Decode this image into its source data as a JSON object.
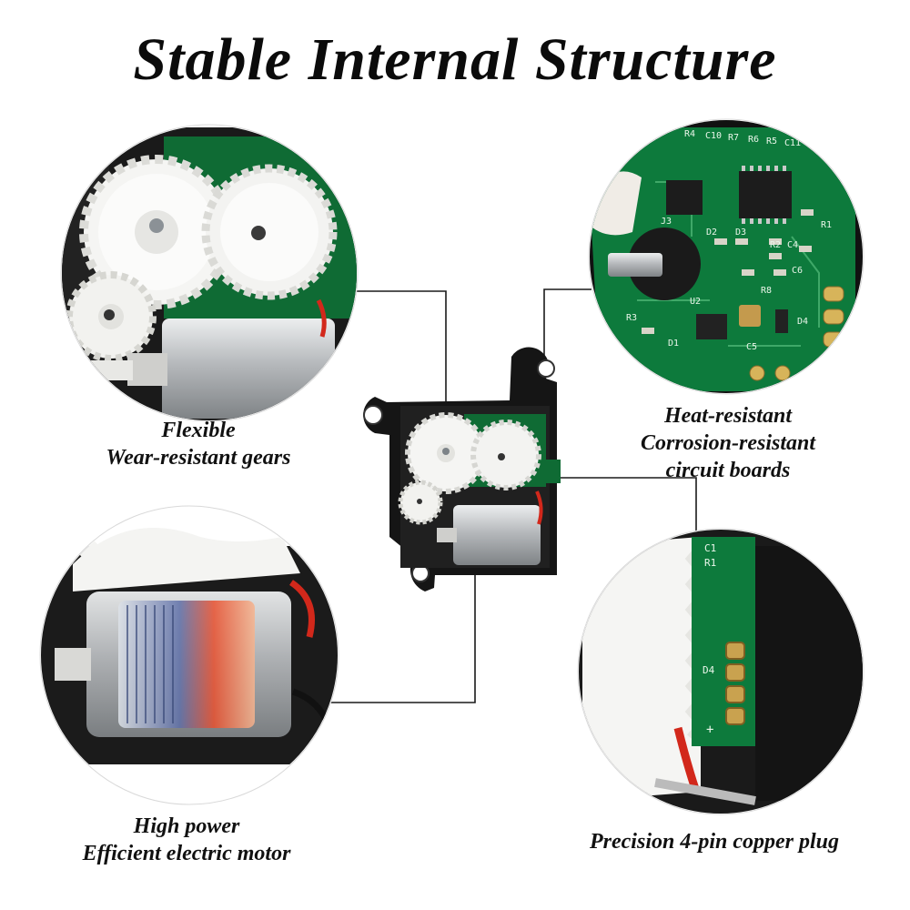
{
  "title": "Stable Internal Structure",
  "captions": {
    "gears": {
      "line1": "Flexible",
      "line2": "Wear-resistant gears"
    },
    "board": {
      "line1": "Heat-resistant",
      "line2": "Corrosion-resistant",
      "line3": "circuit boards"
    },
    "motor": {
      "line1": "High power",
      "line2": "Efficient electric motor"
    },
    "plug": {
      "line1": "Precision 4-pin copper plug"
    }
  },
  "board_labels": [
    "R4",
    "C10",
    "R7",
    "R6",
    "R5",
    "C11",
    "D2",
    "D3",
    "R2",
    "C4",
    "C6",
    "R8",
    "U2",
    "R3",
    "D1",
    "C5",
    "D4",
    "J3",
    "R1"
  ],
  "plug_labels": [
    "C1",
    "R1",
    "D4",
    "+"
  ],
  "colors": {
    "pcb": "#0d7a3c",
    "gear": "#f4f4f2",
    "housing": "#151515",
    "motor": "#b9bcbf",
    "wire": "#d2281b",
    "line": "#1a1a1a"
  }
}
